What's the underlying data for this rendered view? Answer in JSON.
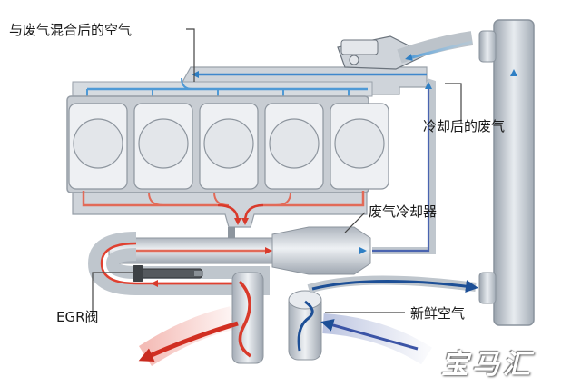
{
  "labels": {
    "mixed_air": "与废气混合后的空气",
    "cooled_exhaust": "冷却后的废气",
    "egr_cooler": "废气冷却器",
    "egr_valve": "EGR阀",
    "fresh_air": "新鲜空气"
  },
  "watermark": "宝马汇",
  "colors": {
    "engine_gray": "#c8cdd3",
    "cylinder": "#e6e9ee",
    "exhaust_red": "#d93a2b",
    "cool_blue": "#2a6fb5",
    "light_blue": "#7fb2e0"
  },
  "icons": [
    "intake-throttle-icon",
    "radiator-icon",
    "egr-valve-icon"
  ]
}
